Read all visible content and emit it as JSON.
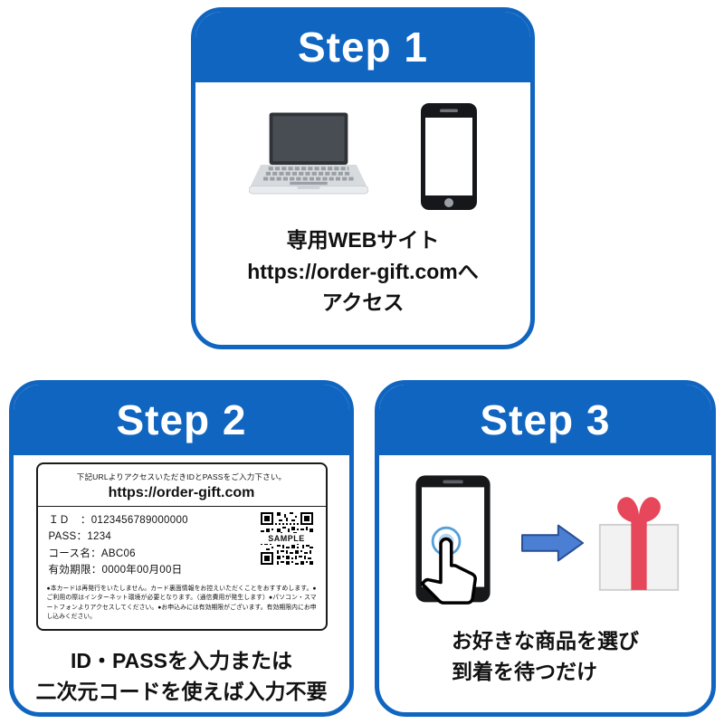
{
  "colors": {
    "accent_blue": "#1065c0",
    "arrow_blue": "#4a7fd4",
    "arrow_outline": "#274e96",
    "ribbon_red": "#e6475a"
  },
  "steps": [
    {
      "label": "Step 1",
      "lines": [
        "専用WEBサイト",
        "https://order-gift.comへ",
        "アクセス"
      ]
    },
    {
      "label": "Step 2",
      "card": {
        "note": "下記URLよりアクセスいただきIDとPASSをご入力下さい。",
        "url": "https://order-gift.com",
        "fields": [
          "ＩＤ　：0123456789000000",
          "PASS：1234",
          "コース名：ABC06",
          "有効期限：0000年00月00日"
        ],
        "qr_watermark": "SAMPLE",
        "fine_print": "●本カードは再発行をいたしません。カード裏面情報をお控えいただくことをおすすめします。●ご利用の際はインターネット環境が必要となります。（通信費用が発生します）●パソコン・スマートフォンよりアクセスしてください。●お申込みには有効期限がございます。有効期限内にお申し込みください。"
      },
      "lines": [
        "ID・PASSを入力または",
        "二次元コードを使えば入力不要"
      ]
    },
    {
      "label": "Step 3",
      "lines": [
        "お好きな商品を選び",
        "到着を待つだけ"
      ]
    }
  ]
}
